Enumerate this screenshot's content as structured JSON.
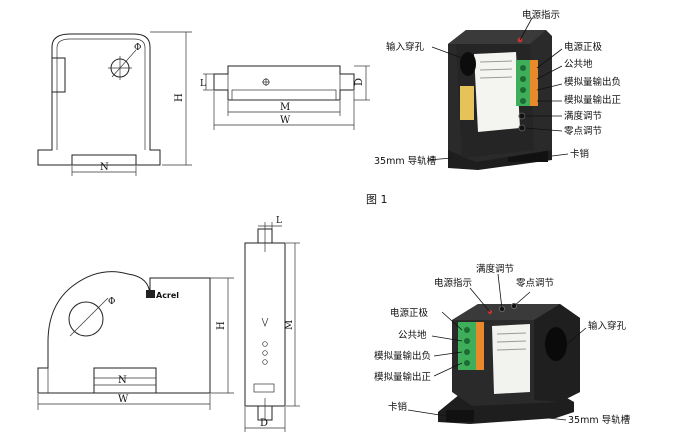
{
  "figure1": {
    "caption": "图 1",
    "dims": {
      "H": "H",
      "N": "N",
      "phi": "Φ",
      "L": "L",
      "M": "M",
      "W": "W",
      "D": "D"
    },
    "callouts": {
      "power_indicator": "电源指示",
      "input_hole": "输入穿孔",
      "power_positive": "电源正极",
      "common_ground": "公共地",
      "analog_neg": "模拟量输出负",
      "analog_pos": "模拟量输出正",
      "full_adjust": "满度调节",
      "zero_adjust": "零点调节",
      "rail_groove": "35mm 导轨槽",
      "clip": "卡销"
    }
  },
  "figure2": {
    "logo": "Acrel",
    "dims": {
      "H": "H",
      "N": "N",
      "phi": "Φ",
      "W": "W",
      "L": "L",
      "M": "M",
      "D": "D"
    },
    "callouts": {
      "full_adjust": "满度调节",
      "power_indicator": "电源指示",
      "zero_adjust": "零点调节",
      "power_positive": "电源正极",
      "input_hole": "输入穿孔",
      "common_ground": "公共地",
      "analog_neg": "模拟量输出负",
      "analog_pos": "模拟量输出正",
      "clip": "卡销",
      "rail_groove": "35mm 导轨槽"
    }
  },
  "colors": {
    "terminal_green": "#3fae5a",
    "terminal_orange": "#e8892b",
    "body_dark": "#2a2a2a"
  }
}
